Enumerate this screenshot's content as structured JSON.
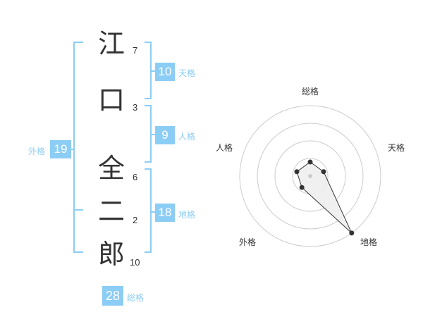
{
  "name_chars": [
    {
      "char": "江",
      "strokes": "7"
    },
    {
      "char": "口",
      "strokes": "3"
    },
    {
      "char": "全",
      "strokes": "6"
    },
    {
      "char": "二",
      "strokes": "2"
    },
    {
      "char": "郎",
      "strokes": "10"
    }
  ],
  "fortunes": {
    "tenkaku": {
      "label": "天格",
      "value": "10"
    },
    "jinkaku": {
      "label": "人格",
      "value": "9"
    },
    "chikaku": {
      "label": "地格",
      "value": "18"
    },
    "gaikaku": {
      "label": "外格",
      "value": "19"
    },
    "soukaku": {
      "label": "総格",
      "value": "28"
    }
  },
  "colors": {
    "accent": "#8ccdf5",
    "text": "#333333",
    "ring": "#cccccc",
    "polygon_fill": "#eeeeee"
  },
  "chart_data": {
    "type": "radar",
    "axes": [
      "総格",
      "天格",
      "地格",
      "外格",
      "人格"
    ],
    "values": [
      1,
      1,
      5,
      1,
      1
    ],
    "max": 5,
    "rings": 4
  }
}
